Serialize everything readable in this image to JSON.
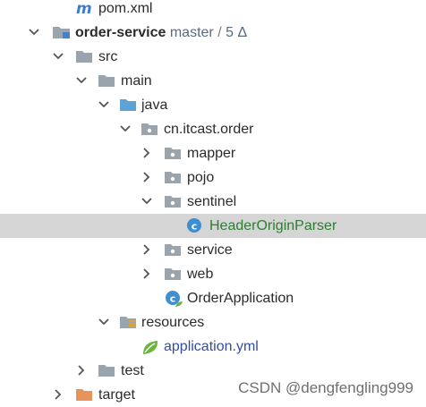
{
  "tree": {
    "pom": "pom.xml",
    "module": "order-service",
    "branch": "master",
    "sep": "/",
    "changes": "5 Δ",
    "src": "src",
    "main": "main",
    "java": "java",
    "pkg": "cn.itcast.order",
    "mapper": "mapper",
    "pojo": "pojo",
    "sentinel": "sentinel",
    "header_parser": "HeaderOriginParser",
    "service": "service",
    "web": "web",
    "order_app": "OrderApplication",
    "resources": "resources",
    "app_yml": "application.yml",
    "test": "test",
    "target": "target"
  },
  "watermark": "CSDN @dengfengling999",
  "colors": {
    "selected_row": "#d5d5d5",
    "folder": "#9aa4ad",
    "source_folder": "#5fa3d6",
    "target_folder": "#e8935a",
    "class_icon": "#3d8fd1",
    "selected_text": "#2e7d32"
  }
}
